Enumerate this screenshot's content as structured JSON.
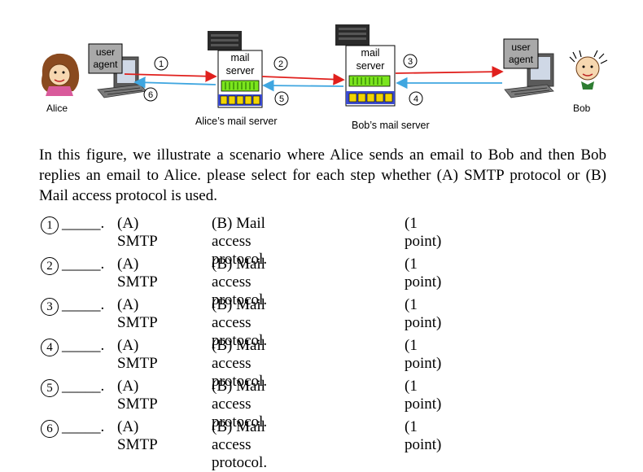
{
  "diagram": {
    "alice": {
      "user_agent_line1": "user",
      "user_agent_line2": "agent",
      "name": "Alice"
    },
    "bob": {
      "user_agent_line1": "user",
      "user_agent_line2": "agent",
      "name": "Bob"
    },
    "alice_server": {
      "line1": "mail",
      "line2": "server",
      "caption": "Alice’s mail server"
    },
    "bob_server": {
      "line1": "mail",
      "line2": "server",
      "caption": "Bob’s mail server"
    },
    "steps": [
      "1",
      "2",
      "3",
      "4",
      "5",
      "6"
    ],
    "colors": {
      "forward_arrow": "#e0201d",
      "reply_arrow": "#3fa6e0",
      "server_green": "#7be51d",
      "server_tray": "#f0d400",
      "agent_box": "#a9a9a9"
    }
  },
  "question": {
    "text": "In this figure, we illustrate a scenario where Alice sends an email to Bob and then Bob replies an email to Alice.  please select for each step whether (A) SMTP protocol or (B) Mail access protocol is used.",
    "items": [
      {
        "num": "1",
        "blank": "_____.",
        "option_a": "(A) SMTP",
        "option_b": "(B) Mail access protocol.",
        "points": "(1 point)"
      },
      {
        "num": "2",
        "blank": "_____.",
        "option_a": "(A) SMTP",
        "option_b": "(B) Mail access protocol.",
        "points": "(1 point)"
      },
      {
        "num": "3",
        "blank": "_____.",
        "option_a": "(A) SMTP",
        "option_b": "(B) Mail access protocol.",
        "points": "(1 point)"
      },
      {
        "num": "4",
        "blank": "_____.",
        "option_a": "(A) SMTP",
        "option_b": "(B) Mail access protocol.",
        "points": "(1 point)"
      },
      {
        "num": "5",
        "blank": "_____.",
        "option_a": "(A) SMTP",
        "option_b": "(B) Mail access protocol.",
        "points": "(1 point)"
      },
      {
        "num": "6",
        "blank": "_____.",
        "option_a": "(A) SMTP",
        "option_b": "(B) Mail access protocol.",
        "points": "(1 point)"
      }
    ]
  }
}
